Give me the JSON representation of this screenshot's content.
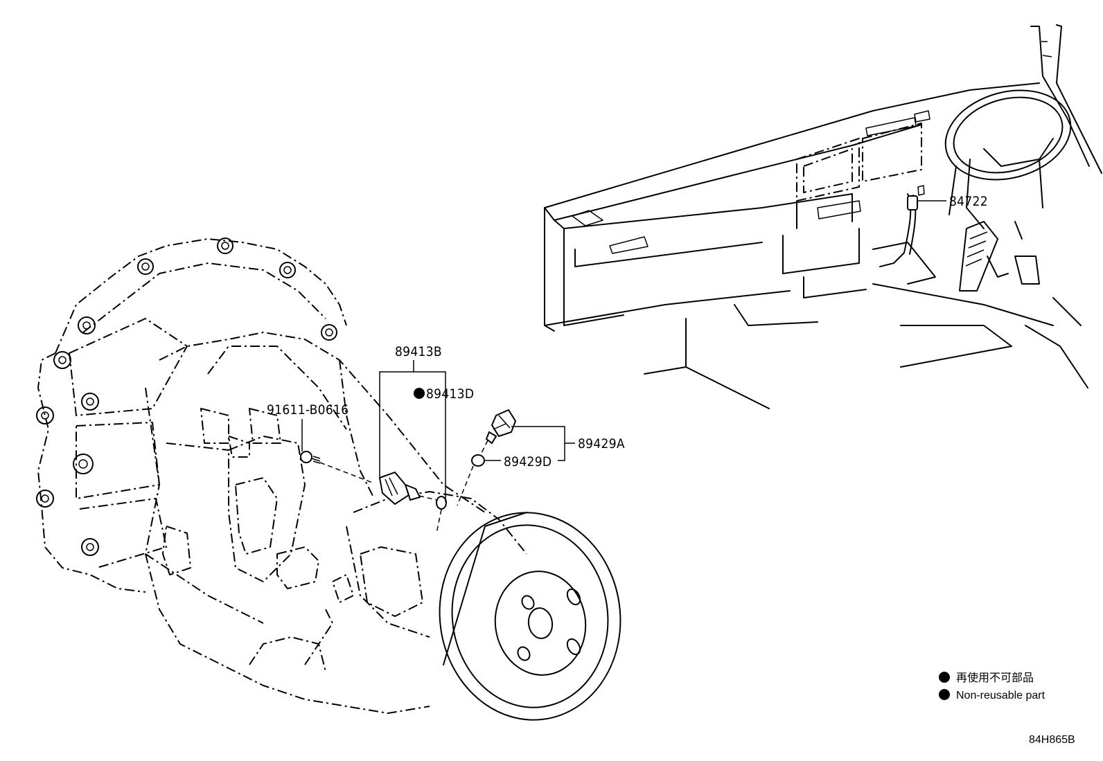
{
  "parts": {
    "p89413B": "89413B",
    "p89413D": "89413D",
    "p91611": "91611-B0616",
    "p89429A": "89429A",
    "p89429D": "89429D",
    "p84722": "84722"
  },
  "legend": {
    "japanese": "再使用不可部品",
    "english": "Non-reusable part"
  },
  "figure_code": "84H865B"
}
